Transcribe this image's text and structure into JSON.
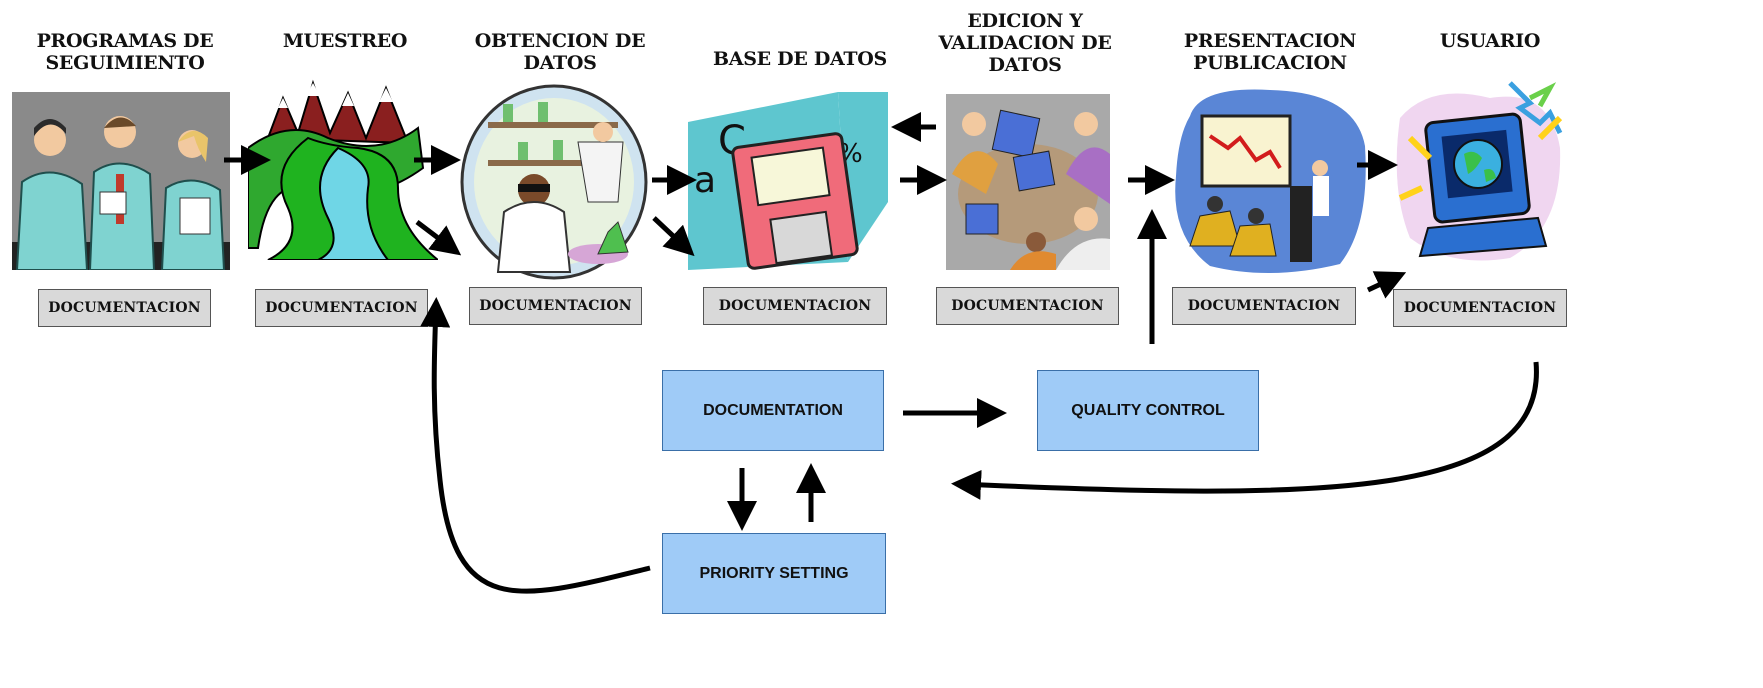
{
  "stages": [
    {
      "id": "programas",
      "title": "PROGRAMAS DE\nSEGUIMIENTO",
      "doc": "DOCUMENTACION",
      "icon": "scientists-icon"
    },
    {
      "id": "muestreo",
      "title": "MUESTREO",
      "doc": "DOCUMENTACION",
      "icon": "river-mountains-icon"
    },
    {
      "id": "obtencion",
      "title": "OBTENCION DE\nDATOS",
      "doc": "DOCUMENTACION",
      "icon": "laboratory-icon"
    },
    {
      "id": "base",
      "title": "BASE DE DATOS",
      "doc": "DOCUMENTACION",
      "icon": "floppy-disk-icon"
    },
    {
      "id": "edicion",
      "title": "EDICION Y\nVALIDACION DE\nDATOS",
      "doc": "DOCUMENTACION",
      "icon": "meeting-icon"
    },
    {
      "id": "presentacion",
      "title": "PRESENTACION\nPUBLICACION",
      "doc": "DOCUMENTACION",
      "icon": "presentation-icon"
    },
    {
      "id": "usuario",
      "title": "USUARIO",
      "doc": "DOCUMENTACION",
      "icon": "computer-globe-icon"
    }
  ],
  "boxes": {
    "documentation": "DOCUMENTATION",
    "quality_control": "QUALITY CONTROL",
    "priority_setting": "PRIORITY SETTING"
  },
  "colors": {
    "box_fill": "#9fcbf7",
    "doc_fill": "#d9d9d9",
    "arrow": "#000000"
  }
}
